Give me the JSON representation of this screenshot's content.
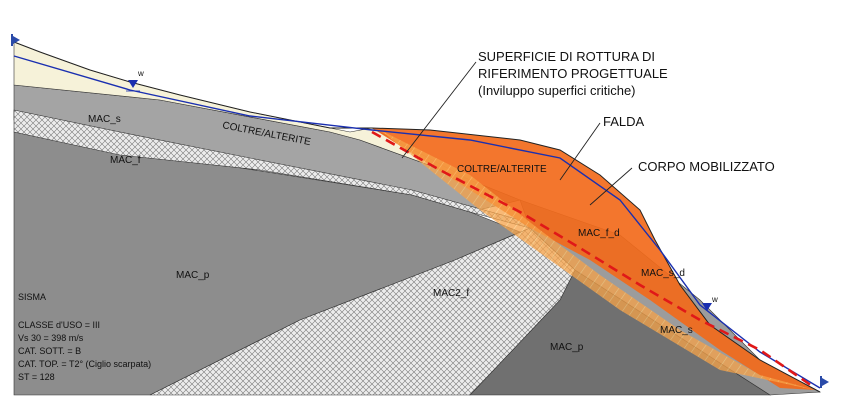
{
  "layers": {
    "mac_s_left": "MAC_s",
    "coltre_left": "COLTRE/ALTERITE",
    "mac_f_left": "MAC_f",
    "mac_p_left": "MAC_p",
    "mac2_f": "MAC2_f",
    "mac_p_right": "MAC_p",
    "coltre_right": "COLTRE/ALTERITE",
    "mac_f_d": "MAC_f_d",
    "mac_s_d": "MAC_s_d",
    "mac_s_right": "MAC_s"
  },
  "water_marker": "w",
  "callouts": {
    "surface_line1": "SUPERFICIE DI ROTTURA DI",
    "surface_line2": "RIFERIMENTO PROGETTUALE",
    "surface_line3": "(Inviluppo superfici critiche)",
    "falda": "FALDA",
    "corpo": "CORPO MOBILIZZATO"
  },
  "seismic_info": {
    "title": "SISMA",
    "line1": "CLASSE d'USO = III",
    "line2": "Vs 30 = 398 m/s",
    "line3": "CAT. SOTT. = B",
    "line4": "CAT. TOP. = T2° (Ciglio scarpata)",
    "line5": "ST = 128"
  },
  "colors": {
    "coltre": "#f6f2d9",
    "mac_s": "#a4a4a4",
    "mac_p": "#8a8a8a",
    "mac_p_dark": "#6f6f6f",
    "hatch": "#e6e6e6",
    "mobilized": "#f26a1b",
    "failure_line": "#e01818",
    "water": "#1a2fb0"
  }
}
